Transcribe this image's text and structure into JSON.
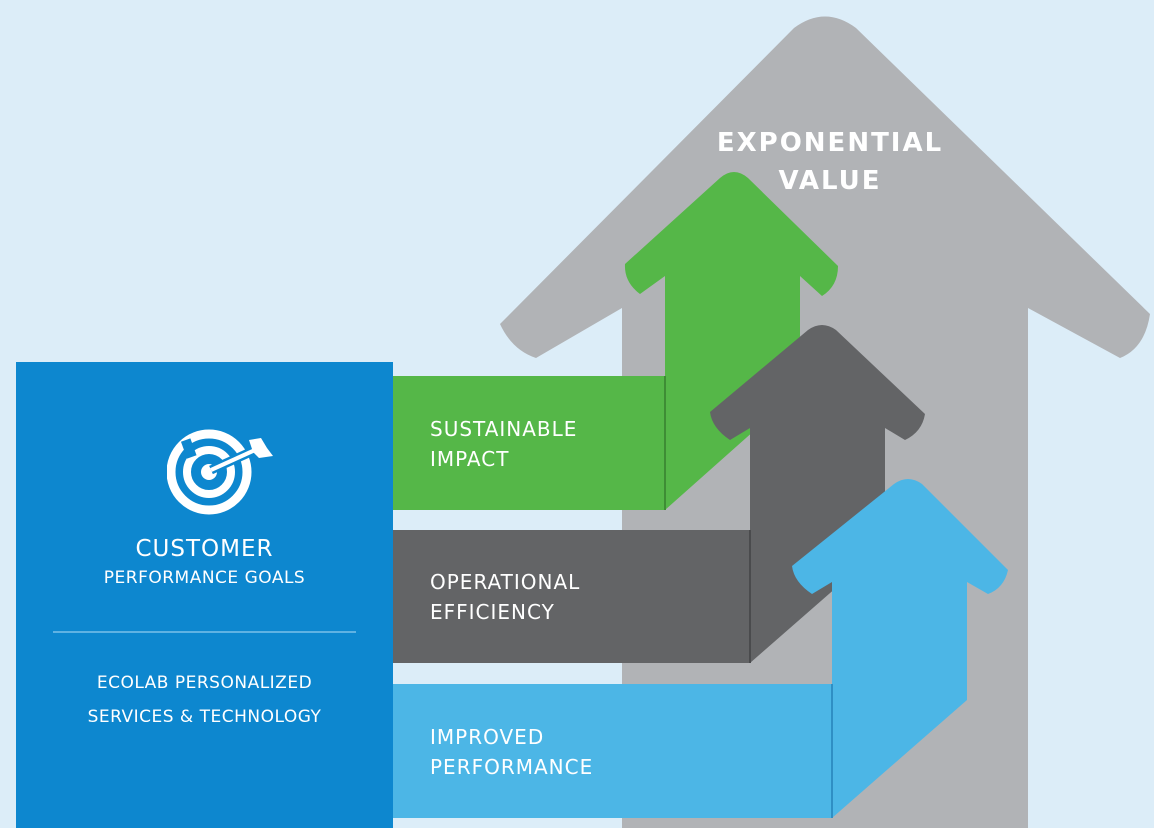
{
  "diagram": {
    "headline": [
      "EXPONENTIAL",
      "VALUE"
    ],
    "customer_panel": {
      "title": "CUSTOMER",
      "subtitle": "PERFORMANCE GOALS",
      "services": [
        "ECOLAB PERSONALIZED",
        "SERVICES & TECHNOLOGY"
      ],
      "icon": "target-arrow-icon"
    },
    "steps": [
      {
        "lines": [
          "SUSTAINABLE",
          "IMPACT"
        ],
        "color": "#55b748"
      },
      {
        "lines": [
          "OPERATIONAL",
          "EFFICIENCY"
        ],
        "color": "#636466"
      },
      {
        "lines": [
          "IMPROVED",
          "PERFORMANCE"
        ],
        "color": "#4cb6e6"
      }
    ],
    "colors": {
      "background": "#dcedf8",
      "big_arrow": "#b1b3b6",
      "panel": "#0d87cf"
    }
  }
}
